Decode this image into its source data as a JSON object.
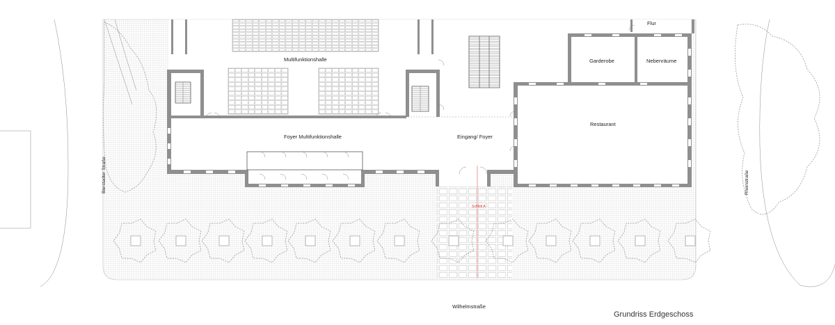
{
  "drawing": {
    "title": "Grundriss Erdgeschoss",
    "rooms": {
      "flur": "Flur",
      "multifunktionshalle": "Multifunktionshalle",
      "garderobe": "Garderobe",
      "nebenraeume": "Nebenräume",
      "restaurant": "Restaurant",
      "foyer_multi": "Foyer Multifunktionshalle",
      "eingang_foyer": "Eingang/ Foyer"
    },
    "streets": {
      "bierstadter": "Bierstadter Straße",
      "rhein": "Rheinstraße",
      "wilhelm": "Wilhelmstraße"
    },
    "section_mark": "Schnitt A"
  }
}
